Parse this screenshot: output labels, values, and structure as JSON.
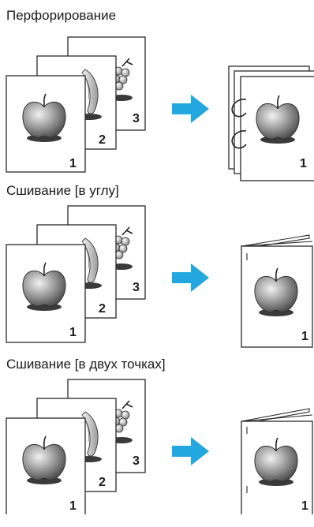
{
  "sections": [
    {
      "title": "Перфорирование",
      "stack_pages": [
        "1",
        "2",
        "3"
      ],
      "result_page": "1",
      "result_type": "punched"
    },
    {
      "title": "Сшивание [в углу]",
      "stack_pages": [
        "1",
        "2",
        "3"
      ],
      "result_page": "1",
      "result_type": "corner-staple"
    },
    {
      "title": "Сшивание [в двух точках]",
      "stack_pages": [
        "1",
        "2",
        "3"
      ],
      "result_page": "1",
      "result_type": "two-point-staple"
    }
  ],
  "colors": {
    "arrow": "#22a7e0",
    "outline": "#2a2a2a",
    "paper": "#ffffff",
    "shadow": "#3a3a3a"
  }
}
